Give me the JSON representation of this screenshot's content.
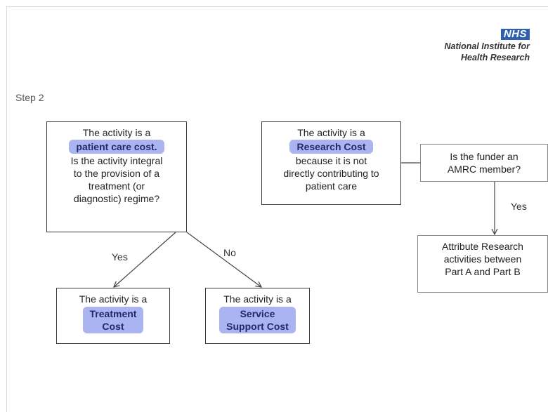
{
  "brand": {
    "logo_text": "NHS",
    "lines": [
      "National Institute for",
      "Health Research"
    ]
  },
  "step_label": "Step 2",
  "nodes": {
    "patient_care": {
      "before": "The activity is a",
      "highlight": "patient care cost.",
      "after": [
        "Is the activity integral",
        "to the provision of a",
        "treatment (or",
        "diagnostic) regime?"
      ]
    },
    "research_cost": {
      "before": "The activity is a",
      "highlight": "Research Cost",
      "after": [
        "because it is not",
        "directly contributing to",
        "patient care"
      ]
    },
    "amrc_question": {
      "lines": [
        "Is the funder an",
        "AMRC member?"
      ]
    },
    "attribute_research": {
      "lines": [
        "Attribute Research",
        "activities between",
        "Part A and Part B"
      ]
    },
    "treatment_cost": {
      "before": "The activity is a",
      "highlight": [
        "Treatment",
        "Cost"
      ]
    },
    "service_support": {
      "before": "The activity is a",
      "highlight": [
        "Service",
        "Support Cost"
      ]
    }
  },
  "edges": {
    "yes_left": "Yes",
    "no_right": "No",
    "yes_amrc": "Yes"
  },
  "colors": {
    "highlight_fill": "#aab4f0",
    "nhs_blue": "#2f5fae",
    "box_border": "#3a3a3a"
  }
}
